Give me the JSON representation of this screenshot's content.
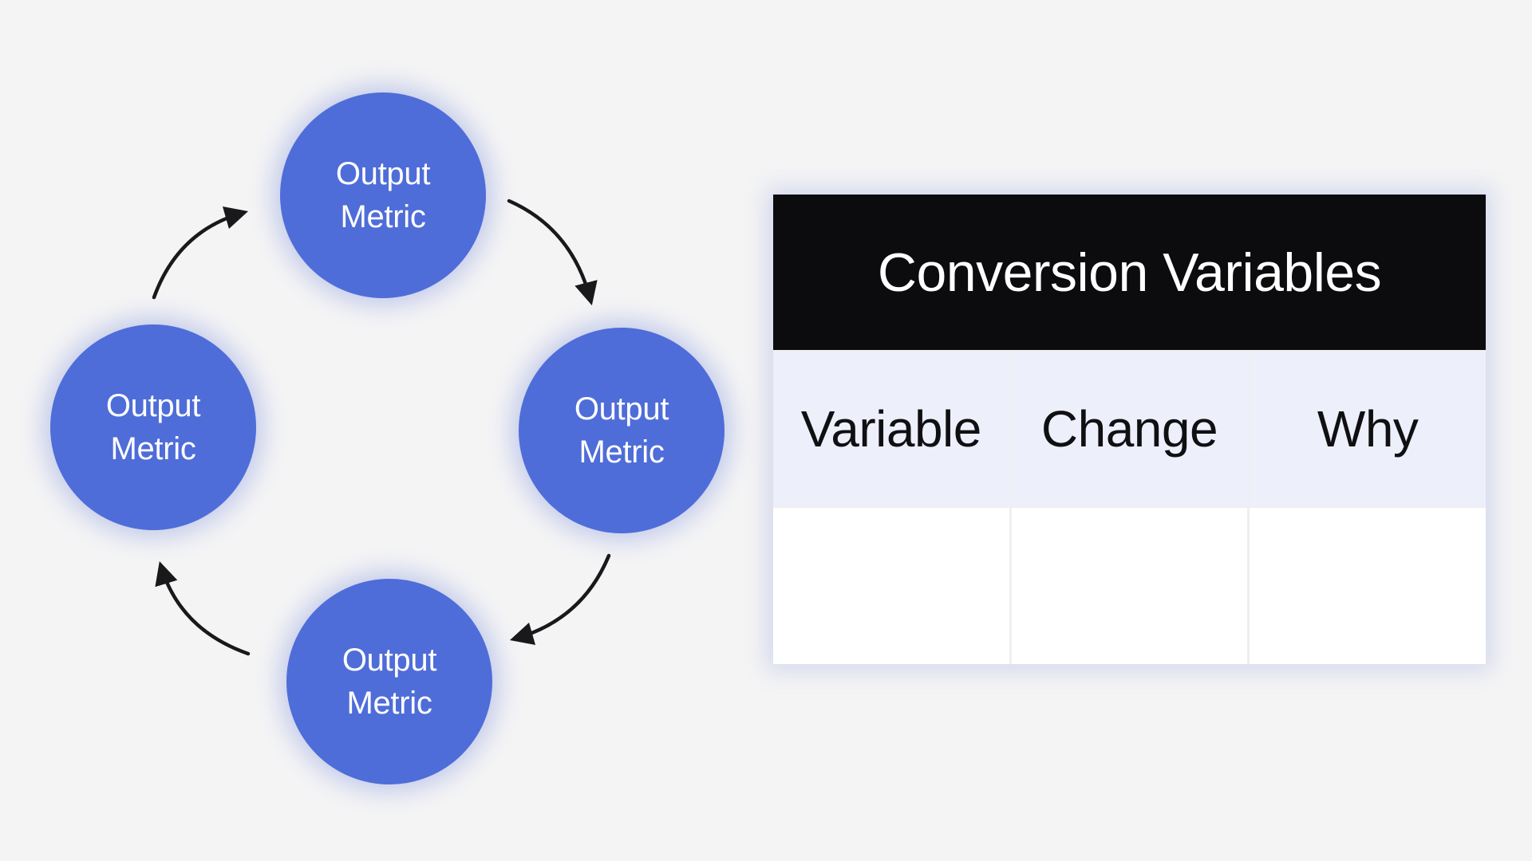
{
  "page": {
    "background_color": "#F4F4F5"
  },
  "diagram": {
    "type": "cycle",
    "direction": "clockwise",
    "node_color": "#4F6DD8",
    "node_text_color": "#FFFFFF",
    "arrow_color": "#19191C",
    "nodes": [
      {
        "position": "top",
        "line1": "Output",
        "line2": "Metric"
      },
      {
        "position": "right",
        "line1": "Output",
        "line2": "Metric"
      },
      {
        "position": "bottom",
        "line1": "Output",
        "line2": "Metric"
      },
      {
        "position": "left",
        "line1": "Output",
        "line2": "Metric"
      }
    ]
  },
  "table": {
    "title": "Conversion Variables",
    "title_bg": "#0C0C0E",
    "title_text_color": "#FFFFFF",
    "header_bg": "#EDEFFB",
    "header_text_color": "#101013",
    "columns": [
      {
        "label": "Variable"
      },
      {
        "label": "Change"
      },
      {
        "label": "Why"
      }
    ],
    "rows": [
      [
        "",
        "",
        ""
      ]
    ]
  }
}
